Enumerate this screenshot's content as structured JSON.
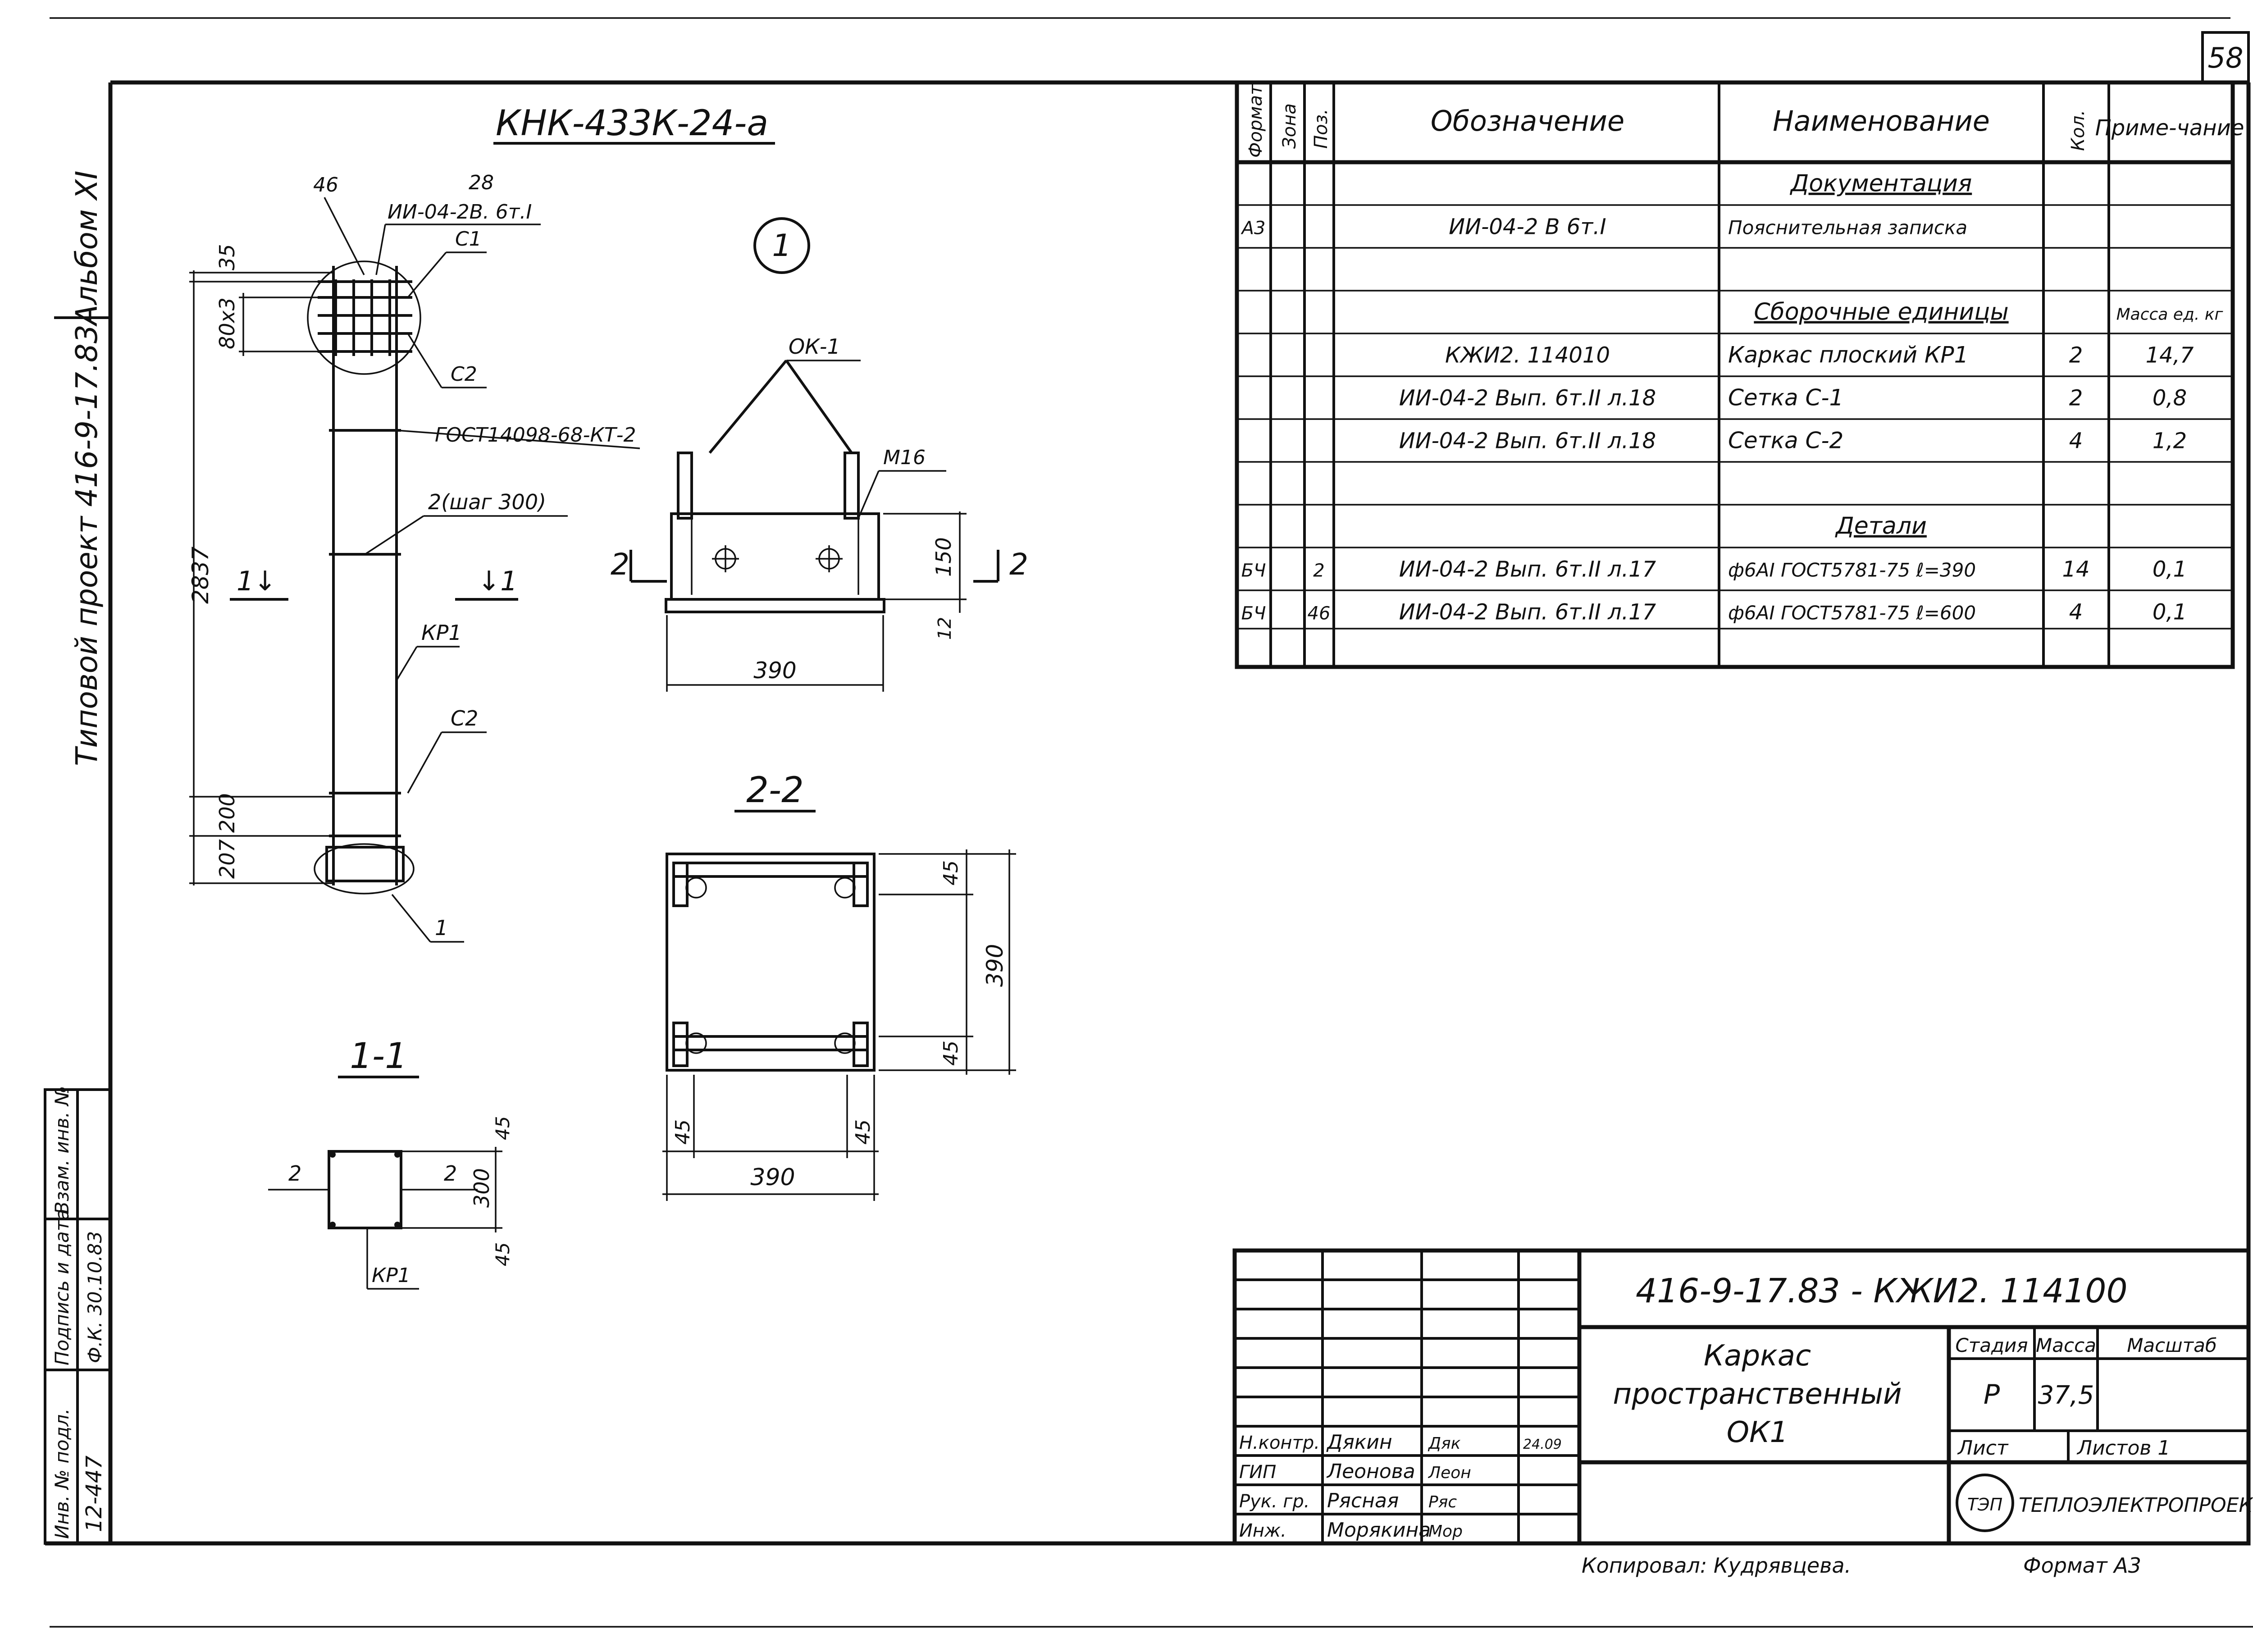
{
  "sheet": {
    "page_number": "58",
    "side_album": "Альбом XI",
    "side_project": "Типовой проект 416-9-17.83",
    "copied_by": "Копировал: Кудрявцева.",
    "format_note": "Формат А3"
  },
  "drawing": {
    "title": "КНК-433К-24-а",
    "detail_marker": "1",
    "label_ok1": "ОК-1",
    "label_m16": "М16",
    "section_22_title": "2-2",
    "section_11_title": "1-1",
    "col": {
      "l46": "46",
      "l28": "28",
      "l_ii": "ИИ-04-2В. 6т.I",
      "l_c1": "C1",
      "l_c2a": "C2",
      "l_gost": "ГОСТ14098-68-КТ-2",
      "l_step": "2(шаг 300)",
      "l_kp1": "КР1",
      "l_c2b": "C2",
      "l_1": "1",
      "d35": "35",
      "d80": "80х3",
      "d2837": "2837",
      "d200": "200",
      "d207": "207",
      "cut_left": "1↓",
      "cut_right": "↓1"
    },
    "det1": {
      "d390": "390",
      "d150": "150",
      "d12": "12",
      "cut_left": "2",
      "cut_right": "2"
    },
    "sec22": {
      "d45_top": "45",
      "d390_v": "390",
      "d45_bot": "45",
      "d45_l": "45",
      "d45_r": "45",
      "d390_h": "390"
    },
    "sec11": {
      "l2a": "2",
      "l2b": "2",
      "d45a": "45",
      "d300": "300",
      "d45b": "45",
      "l_kp1": "КР1"
    }
  },
  "spec": {
    "headers": [
      "Формат",
      "Зона",
      "Поз.",
      "Обозначение",
      "Наименование",
      "Кол.",
      "Приме-чание"
    ],
    "rows": [
      {
        "fmt": "",
        "zone": "",
        "pos": "",
        "des": "",
        "name": "Документация",
        "qty": "",
        "note": "",
        "heading": true
      },
      {
        "fmt": "А3",
        "zone": "",
        "pos": "",
        "des": "ИИ-04-2 В 6т.I",
        "name": "Пояснительная записка",
        "qty": "",
        "note": ""
      },
      {
        "fmt": "",
        "zone": "",
        "pos": "",
        "des": "",
        "name": "",
        "qty": "",
        "note": ""
      },
      {
        "fmt": "",
        "zone": "",
        "pos": "",
        "des": "",
        "name": "Сборочные единицы",
        "qty": "",
        "note": "Масса ед. кг",
        "heading": true
      },
      {
        "fmt": "",
        "zone": "",
        "pos": "",
        "des": "КЖИ2. 114010",
        "name": "Каркас плоский КР1",
        "qty": "2",
        "note": "14,7"
      },
      {
        "fmt": "",
        "zone": "",
        "pos": "",
        "des": "ИИ-04-2 Вып. 6т.II л.18",
        "name": "Сетка С-1",
        "qty": "2",
        "note": "0,8"
      },
      {
        "fmt": "",
        "zone": "",
        "pos": "",
        "des": "ИИ-04-2 Вып. 6т.II л.18",
        "name": "Сетка С-2",
        "qty": "4",
        "note": "1,2"
      },
      {
        "fmt": "",
        "zone": "",
        "pos": "",
        "des": "",
        "name": "",
        "qty": "",
        "note": ""
      },
      {
        "fmt": "",
        "zone": "",
        "pos": "",
        "des": "",
        "name": "Детали",
        "qty": "",
        "note": "",
        "heading": true
      },
      {
        "fmt": "БЧ",
        "zone": "",
        "pos": "2",
        "des": "ИИ-04-2 Вып. 6т.II л.17",
        "name": "ф6АI ГОСТ5781-75 ℓ=390",
        "qty": "14",
        "note": "0,1"
      },
      {
        "fmt": "БЧ",
        "zone": "",
        "pos": "46",
        "des": "ИИ-04-2 Вып. 6т.II л.17",
        "name": "ф6АI ГОСТ5781-75 ℓ=600",
        "qty": "4",
        "note": "0,1"
      },
      {
        "fmt": "",
        "zone": "",
        "pos": "",
        "des": "",
        "name": "",
        "qty": "",
        "note": ""
      }
    ]
  },
  "title_block": {
    "code": "416-9-17.83 - КЖИ2. 114100",
    "name_line1": "Каркас",
    "name_line2": "пространственный",
    "name_line3": "ОК1",
    "stage_label": "Стадия",
    "mass_label": "Масса",
    "scale_label": "Масштаб",
    "stage": "Р",
    "mass": "37,5",
    "scale": "",
    "sheet_label": "Лист",
    "sheets_label": "Листов 1",
    "org": "ТЕПЛОЭЛЕКТРОПРОЕКТ",
    "org_logo": "ТЭП",
    "people": [
      {
        "role": "Н.контр.",
        "name": "Дякин",
        "sign": "Дяк",
        "date": "24.09"
      },
      {
        "role": "ГИП",
        "name": "Леонова",
        "sign": "Леон",
        "date": ""
      },
      {
        "role": "Рук. гр.",
        "name": "Рясная",
        "sign": "Ряс",
        "date": ""
      },
      {
        "role": "Инж.",
        "name": "Морякина",
        "sign": "Мор",
        "date": ""
      }
    ]
  },
  "stamp": {
    "labels": [
      "Инв. № подл.",
      "Подпись и дата",
      "Взам. инв. №"
    ],
    "values": [
      "12-447",
      "Ф.К. 30.10.83",
      ""
    ]
  }
}
